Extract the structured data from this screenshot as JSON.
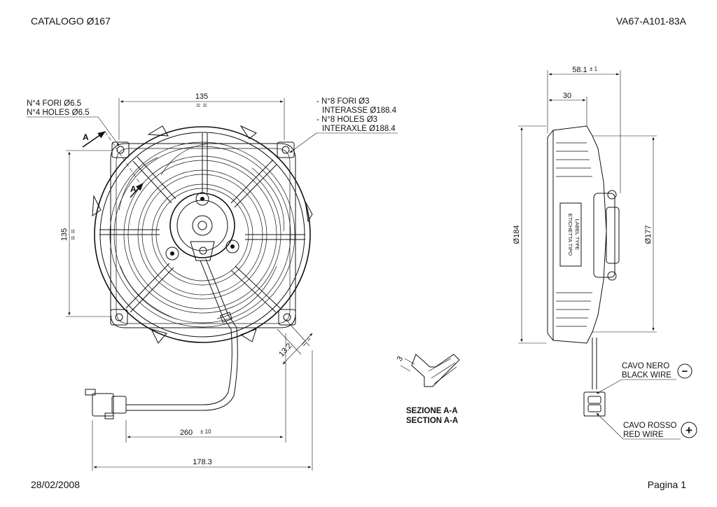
{
  "header": {
    "catalog": "CATALOGO Ø167",
    "code": "VA67-A101-83A"
  },
  "footer": {
    "date": "28/02/2008",
    "page": "Pagina 1"
  },
  "front_view": {
    "top_width": "135",
    "top_width_mark": "= =",
    "side_height": "135",
    "side_height_mark": "= =",
    "holes_it": "N°4 FORI Ø6.5",
    "holes_en": "N°4 HOLES Ø6.5",
    "mount_it_1": "- N°8 FORI Ø3",
    "mount_it_2": "INTERASSE Ø188.4",
    "mount_en_1": "- N°8 HOLES Ø3",
    "mount_en_2": "INTERAXLE Ø188.4",
    "section_arrow_top": "A",
    "section_arrow_mid": "A",
    "depth_dim": "13.2",
    "depth_mark": "= =",
    "cable_length": "260",
    "cable_tol": "± 10",
    "overall_width": "178.3"
  },
  "side_view": {
    "total_depth": "58.1",
    "total_depth_tol": "± 1",
    "frame_depth": "30",
    "outer_diameter": "Ø184",
    "inner_diameter": "Ø177",
    "label_it": "ETICHETTA TIPO",
    "label_en": "LABEL TYPE"
  },
  "section": {
    "thickness": "3",
    "title_it": "SEZIONE A-A",
    "title_en": "SECTION A-A"
  },
  "wires": {
    "black_it": "CAVO NERO",
    "black_en": "BLACK WIRE",
    "black_symbol": "−",
    "red_it": "CAVO ROSSO",
    "red_en": "RED WIRE",
    "red_symbol": "+"
  }
}
